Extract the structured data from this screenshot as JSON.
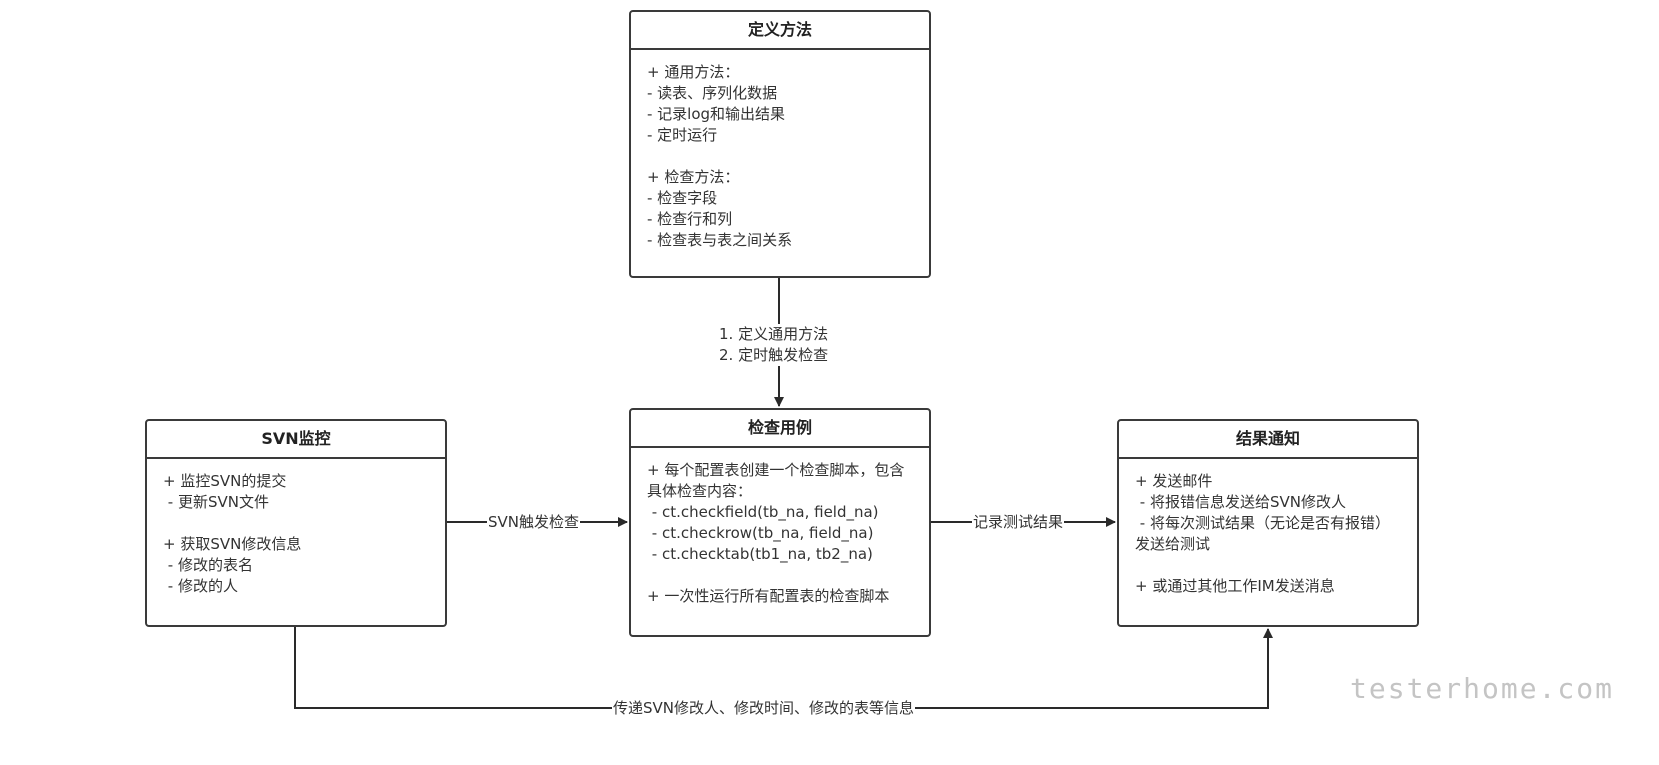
{
  "boxes": {
    "define": {
      "title": "定义方法",
      "lines": [
        "+ 通用方法：",
        "- 读表、序列化数据",
        "- 记录log和输出结果",
        "- 定时运行",
        "",
        "+ 检查方法：",
        "- 检查字段",
        "- 检查行和列",
        "- 检查表与表之间关系"
      ]
    },
    "svn": {
      "title": "SVN监控",
      "lines": [
        "+ 监控SVN的提交",
        " - 更新SVN文件",
        "",
        "+ 获取SVN修改信息",
        " - 修改的表名",
        " - 修改的人"
      ]
    },
    "check": {
      "title": "检查用例",
      "lines": [
        "+ 每个配置表创建一个检查脚本，包含具体检查内容：",
        " - ct.checkfield(tb_na, field_na)",
        " - ct.checkrow(tb_na, field_na)",
        " - ct.checktab(tb1_na, tb2_na)",
        "",
        "+ 一次性运行所有配置表的检查脚本"
      ]
    },
    "result": {
      "title": "结果通知",
      "lines": [
        "+ 发送邮件",
        " - 将报错信息发送给SVN修改人",
        " - 将每次测试结果（无论是否有报错）发送给测试",
        "",
        "+ 或通过其他工作IM发送消息"
      ]
    }
  },
  "edges": {
    "define_to_check": [
      "1. 定义通用方法",
      "2. 定时触发检查"
    ],
    "svn_to_check": "SVN触发检查",
    "check_to_result": "记录测试结果",
    "svn_to_result": "传递SVN修改人、修改时间、修改的表等信息"
  },
  "watermark": "testerhome.com"
}
